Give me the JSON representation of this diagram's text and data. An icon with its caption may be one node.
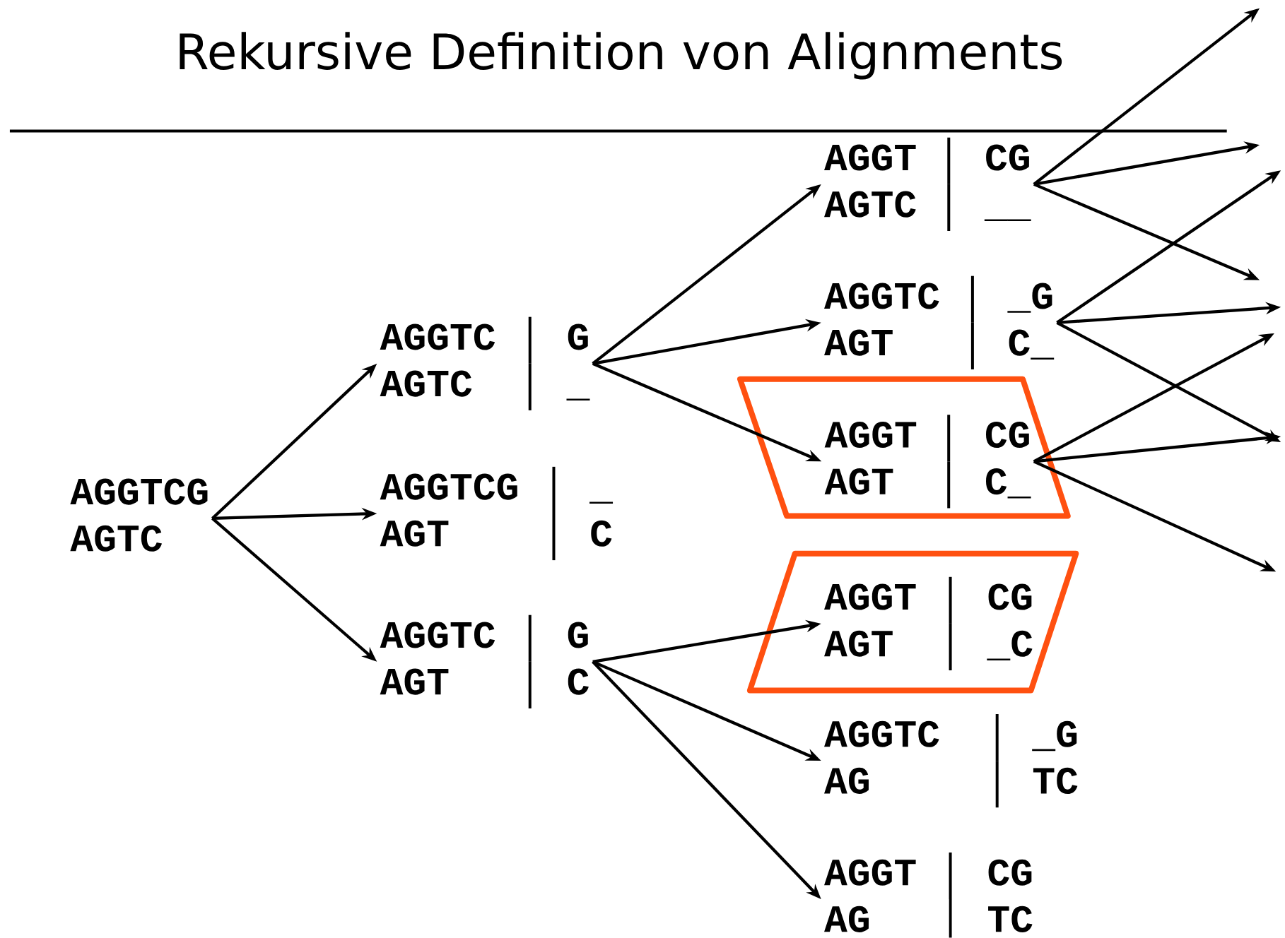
{
  "diagram": {
    "title": "Rekursive Definition von Alignments",
    "nodes": [
      {
        "text": [
          "AGGTCG",
          "AGTC"
        ]
      },
      {
        "text": [
          "AGGTC",
          "AGTC",
          "G",
          "_"
        ]
      },
      {
        "text": [
          "AGGTCG",
          "AGT",
          "_",
          "C"
        ]
      },
      {
        "text": [
          "AGGTC",
          "AGT",
          "G",
          "C"
        ]
      },
      {
        "text": [
          "AGGT",
          "AGTC",
          "CG",
          "__"
        ]
      },
      {
        "text": [
          "AGGTC",
          "AGT",
          "_G",
          "C_"
        ]
      },
      {
        "text": [],
        "shape": "parallelogram"
      },
      {
        "text": [
          "AGGT",
          "AGT",
          "CG",
          "C_"
        ],
        "in": 6
      },
      {
        "text": [],
        "shape": "parallelogram"
      },
      {
        "text": [
          "AGGT",
          "AGT",
          "CG",
          "_C"
        ],
        "in": 8
      },
      {
        "text": [
          "AGGTC",
          "AG",
          "_G",
          "TC"
        ]
      },
      {
        "text": [
          "AGGT",
          "AG",
          "CG",
          "TC"
        ]
      }
    ],
    "edges": [
      {
        "from": 0,
        "to": 1,
        "arrow": "to"
      },
      {
        "from": 0,
        "to": 2,
        "arrow": "to"
      },
      {
        "from": 0,
        "to": 3,
        "arrow": "to"
      },
      {
        "from": 1,
        "to": 4,
        "arrow": "to"
      },
      {
        "from": 1,
        "to": 5,
        "arrow": "to"
      },
      {
        "from": 1,
        "to": 7,
        "arrow": "to"
      },
      {
        "from": 3,
        "to": 9,
        "arrow": "to"
      },
      {
        "from": 3,
        "to": 10,
        "arrow": "to"
      },
      {
        "from": 3,
        "to": 11,
        "arrow": "to"
      },
      {
        "from": 4,
        "to": null,
        "arrow": "to"
      },
      {
        "from": 4,
        "to": null,
        "arrow": "to"
      },
      {
        "from": 4,
        "to": null,
        "arrow": "to"
      },
      {
        "from": 5,
        "to": null,
        "arrow": "to"
      },
      {
        "from": 5,
        "to": null,
        "arrow": "to"
      },
      {
        "from": 5,
        "to": null,
        "arrow": "to"
      },
      {
        "from": 7,
        "to": null,
        "arrow": "to"
      },
      {
        "from": 7,
        "to": null,
        "arrow": "to"
      },
      {
        "from": 7,
        "to": null,
        "arrow": "to"
      }
    ]
  }
}
